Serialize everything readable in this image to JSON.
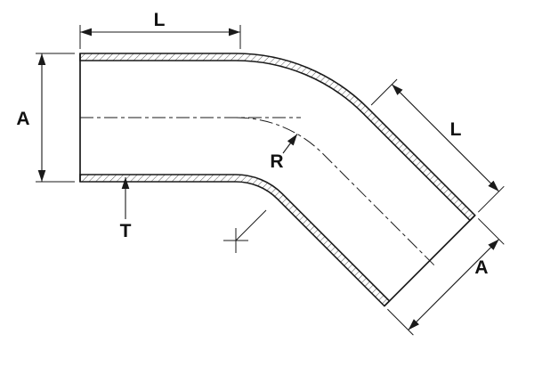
{
  "diagram": {
    "labels": {
      "top_length": "L",
      "left_diameter": "A",
      "wall_thickness": "T",
      "bend_radius": "R",
      "diagonal_length": "L",
      "diagonal_diameter": "A"
    },
    "colors": {
      "line": "#1a1a1a",
      "background": "#ffffff"
    }
  }
}
